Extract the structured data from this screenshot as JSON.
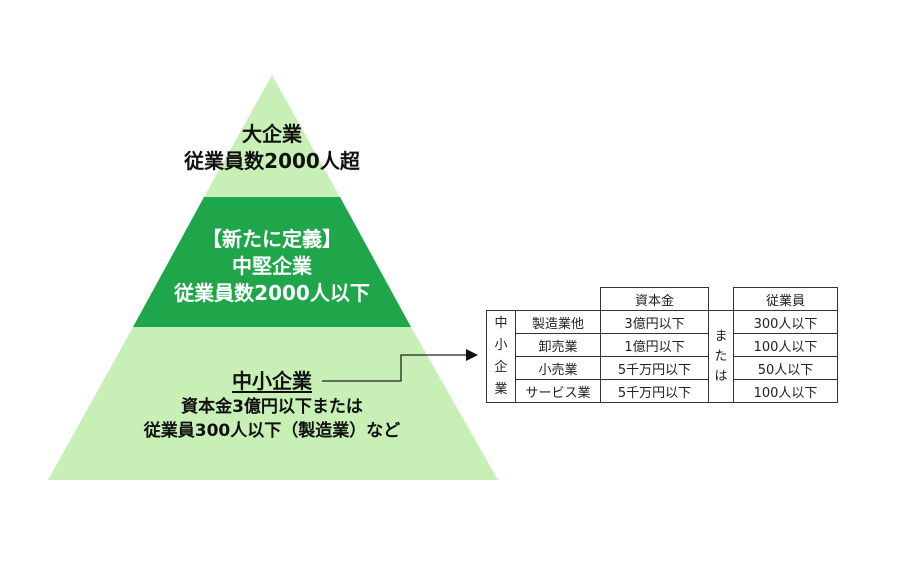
{
  "colors": {
    "light_green": "#c7efb6",
    "dark_green": "#1fa64a"
  },
  "pyramid": {
    "top": {
      "line1": "大企業",
      "line2": "従業員数2000人超"
    },
    "middle": {
      "tag": "【新たに定義】",
      "line1": "中堅企業",
      "line2": "従業員数2000人以下"
    },
    "bottom": {
      "title": "中小企業",
      "line1": "資本金3億円以下または",
      "line2": "従業員300人以下（製造業）など"
    }
  },
  "table": {
    "header": {
      "capital": "資本金",
      "employees": "従業員"
    },
    "side_label": [
      "中",
      "小",
      "企",
      "業"
    ],
    "or_label": [
      "ま",
      "た",
      "は"
    ],
    "rows": [
      {
        "industry": "製造業他",
        "capital": "3億円以下",
        "employees": "300人以下"
      },
      {
        "industry": "卸売業",
        "capital": "1億円以下",
        "employees": "100人以下"
      },
      {
        "industry": "小売業",
        "capital": "5千万円以下",
        "employees": "50人以下"
      },
      {
        "industry": "サービス業",
        "capital": "5千万円以下",
        "employees": "100人以下"
      }
    ]
  }
}
